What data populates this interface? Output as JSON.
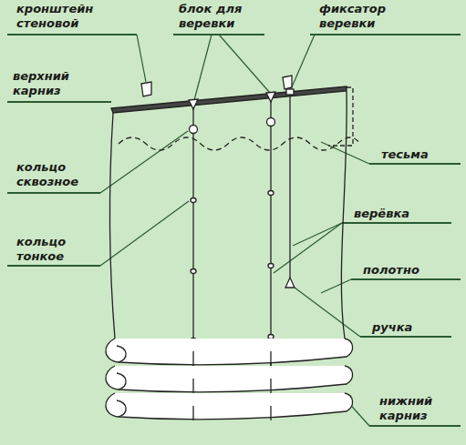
{
  "diagram": {
    "labels": [
      "кронштейн стеновой",
      "блок для веревки",
      "фиксатор веревки",
      "верхний карниз",
      "тесьма",
      "кольцо сквозное",
      "верёвка",
      "кольцо тонкое",
      "полотно",
      "ручка",
      "нижний карниз"
    ]
  }
}
